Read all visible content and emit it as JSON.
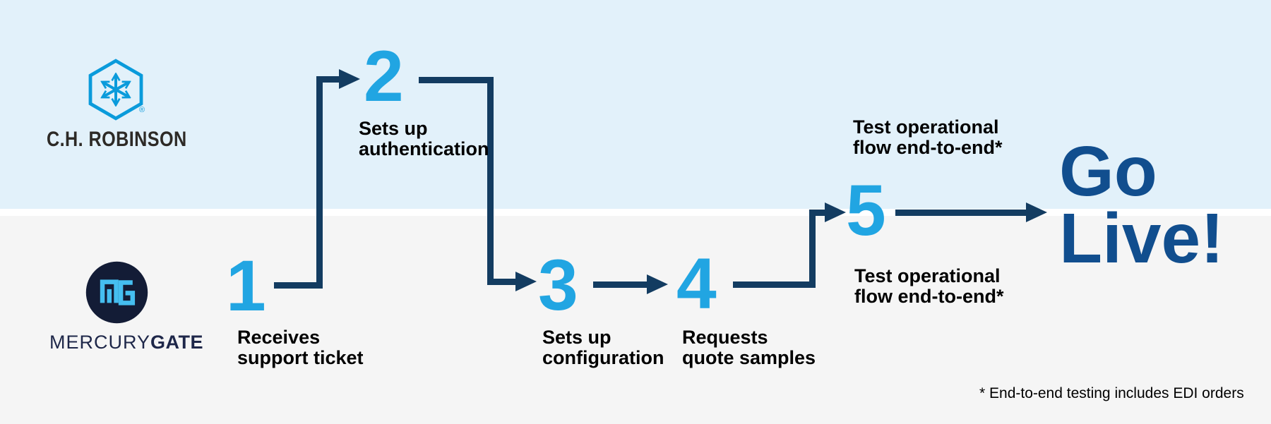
{
  "page": {
    "title": "C.H. Robinson / MercuryGate onboarding process flow"
  },
  "colors": {
    "lane_top_bg": "#E2F1FA",
    "lane_bottom_bg": "#F5F5F5",
    "divider": "#FFFFFF",
    "connector": "#133C61",
    "step_number": "#21A5E2",
    "go_live": "#114E8E",
    "label_text": "#000000",
    "chr_blue": "#0A9BDB",
    "chr_wordmark": "#2D2A26",
    "mg_circle": "#131C36",
    "mg_monogram": "#45BEF0",
    "mg_wordmark": "#1E2749"
  },
  "lanes": {
    "top": {
      "company": "C.H. Robinson",
      "wordmark": "C.H. ROBINSON",
      "registered_mark": "®"
    },
    "bottom": {
      "company": "MercuryGate",
      "wordmark_light": "MERCURY",
      "wordmark_bold": "GATE"
    }
  },
  "steps": [
    {
      "number": "1",
      "label": "Receives\nsupport ticket"
    },
    {
      "number": "2",
      "label": "Sets up\nauthentication"
    },
    {
      "number": "3",
      "label": "Sets up\nconfiguration"
    },
    {
      "number": "4",
      "label": "Requests\nquote samples"
    },
    {
      "number": "5",
      "label_top": "Test operational\nflow end-to-end*",
      "label_bottom": "Test operational\nflow end-to-end*"
    }
  ],
  "outcome": {
    "text": "Go\nLive!"
  },
  "footnote": "* End-to-end testing includes EDI orders"
}
